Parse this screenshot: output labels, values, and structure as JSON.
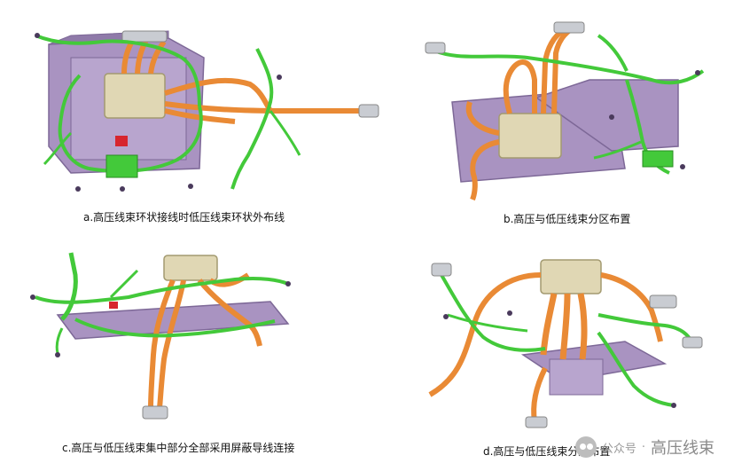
{
  "panels": [
    {
      "caption": "a.高压线束环状接线时低压线束环状外布线"
    },
    {
      "caption": "b.高压与低压线束分区布置"
    },
    {
      "caption": "c.高压与低压线束集中部分全部采用屏蔽导线连接"
    },
    {
      "caption": "d.高压与低压线束分层布置"
    }
  ],
  "watermark": {
    "source": "公众号",
    "separator": "·",
    "name": "高压线束",
    "icon": "wechat-icon"
  },
  "colors": {
    "housing": "#a993c1",
    "housing_edge": "#7d6897",
    "module": "#e0d7b4",
    "module_edge": "#a39a70",
    "hv_cable": "#e98a35",
    "hv_cable_edge": "#b8631c",
    "lv_harness": "#43c93a",
    "lv_harness_edge": "#2a8d22",
    "connector": "#c9ccd2",
    "red_part": "#d7262e",
    "dark_dot": "#4a3a5c"
  }
}
